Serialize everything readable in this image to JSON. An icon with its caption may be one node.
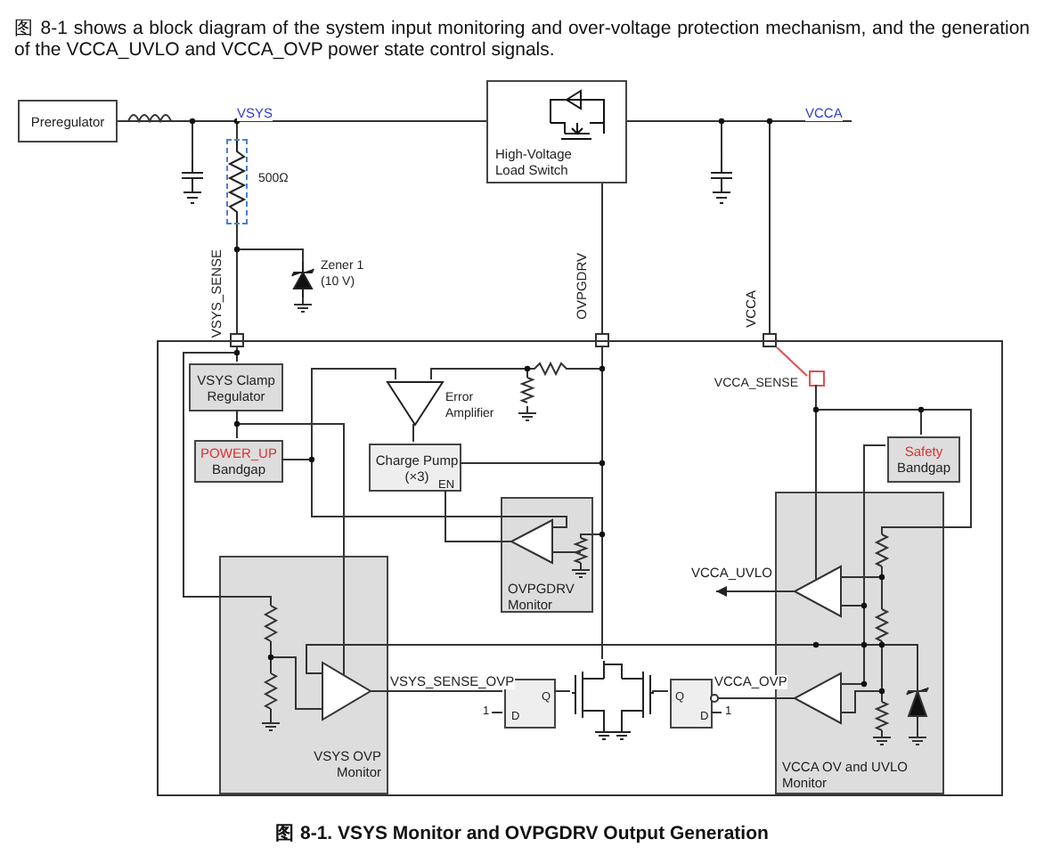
{
  "diagram": {
    "title": "图 8-1 shows a block diagram of the system input monitoring and over-voltage protection mechanism, and the generation of the VCCA_UVLO and VCCA_OVP power state control signals.",
    "caption": "图 8-1. VSYS Monitor and OVPGDRV Output Generation",
    "nodes": [
      {
        "text": [
          "Preregulator"
        ]
      },
      {
        "text": [],
        "shape": "capacitor"
      },
      {
        "text": [],
        "shape": "resistor",
        "beside": [
          "500Ω"
        ]
      },
      {
        "text": [
          "High-Voltage Load Switch"
        ]
      },
      {
        "text": [],
        "shape": "capacitor"
      },
      {
        "text": [],
        "shape": "diode",
        "beside": [
          "Zener 1 (10 V)"
        ]
      },
      {
        "text": [],
        "shape": "box",
        "beside": [
          "VSYS_SENSE"
        ]
      },
      {
        "text": [],
        "shape": "box",
        "beside": [
          "OVPGDRV"
        ]
      },
      {
        "text": [],
        "shape": "box",
        "beside": [
          "VCCA"
        ]
      },
      {
        "text": [],
        "shape": "box"
      },
      {
        "text": [],
        "shape": "box",
        "beside": [
          "VCCA_SENSE"
        ],
        "in": 9
      },
      {
        "text": [
          "VSYS Clamp Regulator"
        ],
        "in": 9
      },
      {
        "text": [
          "POWER_UP",
          "Bandgap"
        ],
        "in": 9
      },
      {
        "text": [],
        "shape": "triangle",
        "beside": [
          "Error Amplifier"
        ],
        "in": 9
      },
      {
        "text": [
          "Charge Pump (×3)",
          "EN"
        ],
        "in": 9
      },
      {
        "text": [
          "Safety",
          "Bandgap"
        ],
        "in": 9
      },
      {
        "text": [
          "OVPGDRV Monitor"
        ],
        "in": 9
      },
      {
        "text": [
          "VCCA OV and UVLO Monitor"
        ],
        "in": 9
      },
      {
        "text": [
          "VSYS OVP Monitor"
        ],
        "in": 9
      },
      {
        "text": [
          "Q",
          "D"
        ],
        "in": 9
      },
      {
        "text": [],
        "shape": "transistor",
        "in": 9
      },
      {
        "text": [
          "Q",
          "D"
        ],
        "in": 9
      }
    ],
    "edges": [
      {
        "from": 0,
        "to": 3,
        "arrow": "none",
        "label": "VSYS"
      },
      {
        "from": 0,
        "to": 1,
        "arrow": "none"
      },
      {
        "from": 0,
        "to": 2,
        "arrow": "none"
      },
      {
        "from": 3,
        "to": 8,
        "arrow": "none",
        "label": "VCCA"
      },
      {
        "from": 3,
        "to": 4,
        "arrow": "none"
      },
      {
        "from": 3,
        "to": 7,
        "arrow": "none"
      },
      {
        "from": 2,
        "to": 6,
        "arrow": "none"
      },
      {
        "from": 5,
        "to": 6,
        "arrow": "none"
      },
      {
        "from": 6,
        "to": 11,
        "arrow": "none"
      },
      {
        "from": 11,
        "to": 12,
        "arrow": "none"
      },
      {
        "from": 13,
        "to": 14,
        "arrow": "none"
      },
      {
        "from": 8,
        "to": 10,
        "arrow": "none",
        "color": "#e05050"
      },
      {
        "from": 10,
        "to": 15,
        "arrow": "none"
      },
      {
        "from": 10,
        "to": 17,
        "arrow": "none"
      },
      {
        "from": 18,
        "to": 19,
        "arrow": "none",
        "label": "VSYS_SENSE_OVP"
      },
      {
        "from": 17,
        "to": 21,
        "arrow": "other",
        "label": "VCCA_OVP"
      },
      {
        "from": 17,
        "to": null,
        "arrow": "to",
        "label": "VCCA_UVLO"
      },
      {
        "from": 14,
        "to": 16,
        "arrow": "none"
      },
      {
        "from": 6,
        "to": 18,
        "arrow": "none"
      },
      {
        "from": 11,
        "to": 18,
        "arrow": "none"
      },
      {
        "from": 12,
        "to": 13,
        "arrow": "none"
      },
      {
        "from": 12,
        "to": 16,
        "arrow": "none"
      },
      {
        "from": 7,
        "to": 20,
        "arrow": "none"
      },
      {
        "from": 14,
        "to": 7,
        "arrow": "none"
      },
      {
        "from": 13,
        "to": 7,
        "arrow": "none"
      },
      {
        "from": 16,
        "to": 7,
        "arrow": "none"
      },
      {
        "from": 19,
        "to": 20,
        "arrow": "none"
      },
      {
        "from": 21,
        "to": 20,
        "arrow": "none"
      },
      {
        "from": 18,
        "to": 17,
        "arrow": "none"
      },
      {
        "from": 15,
        "to": 17,
        "arrow": "none"
      },
      {
        "from": 10,
        "to": 17,
        "arrow": "none"
      }
    ],
    "labels": [
      "1",
      "1"
    ]
  }
}
